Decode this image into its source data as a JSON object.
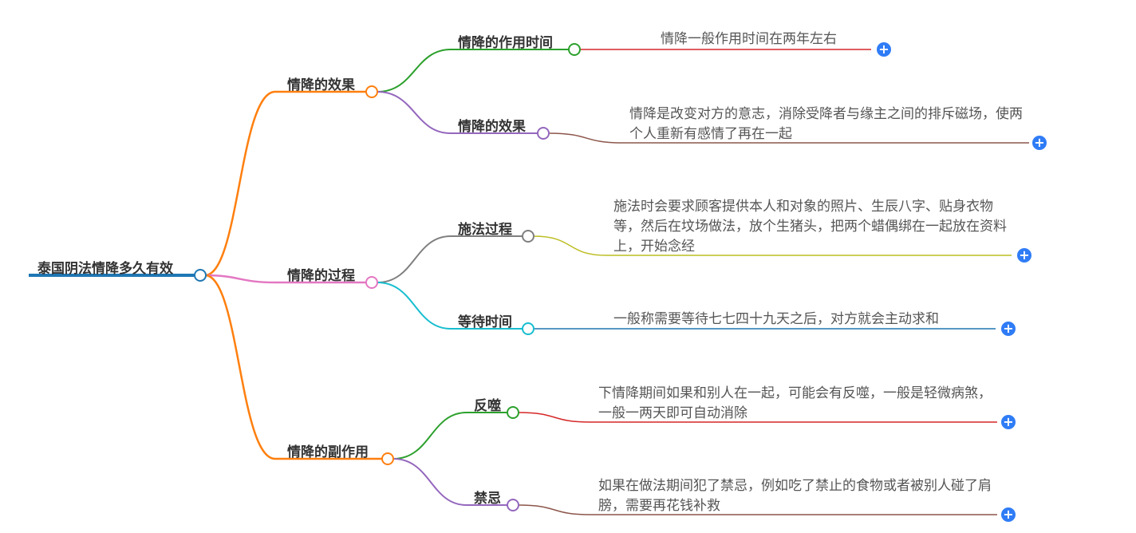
{
  "root": {
    "label": "泰国阴法情降多久有效"
  },
  "branches": [
    {
      "label": "情降的效果",
      "children": [
        {
          "label": "情降的作用时间",
          "detail": "情降一般作用时间在两年左右"
        },
        {
          "label": "情降的效果",
          "detail": "情降是改变对方的意志，消除受降者与缘主之间的排斥磁场，使两个人重新有感情了再在一起"
        }
      ]
    },
    {
      "label": "情降的过程",
      "children": [
        {
          "label": "施法过程",
          "detail": "施法时会要求顾客提供本人和对象的照片、生辰八字、贴身衣物等，然后在坟场做法，放个生猪头，把两个蜡偶绑在一起放在资料上，开始念经"
        },
        {
          "label": "等待时间",
          "detail": "一般称需要等待七七四十九天之后，对方就会主动求和"
        }
      ]
    },
    {
      "label": "情降的副作用",
      "children": [
        {
          "label": "反噬",
          "detail": "下情降期间如果和别人在一起，可能会有反噬，一般是轻微病煞，一般一两天即可自动消除"
        },
        {
          "label": "禁忌",
          "detail": "如果在做法期间犯了禁忌，例如吃了禁止的食物或者被别人碰了肩膀，需要再花钱补救"
        }
      ]
    }
  ],
  "expand_icon": "+",
  "colors": {
    "root": "#1f77b4",
    "orange": "#ff7f0e",
    "pink": "#e377c2",
    "green": "#2ca02c",
    "purple": "#9467bd",
    "gray": "#7f7f7f",
    "cyan": "#17becf",
    "red": "#d62728",
    "brown": "#8c564b",
    "olive": "#bcbd22",
    "plus": "#2f7cf6"
  }
}
